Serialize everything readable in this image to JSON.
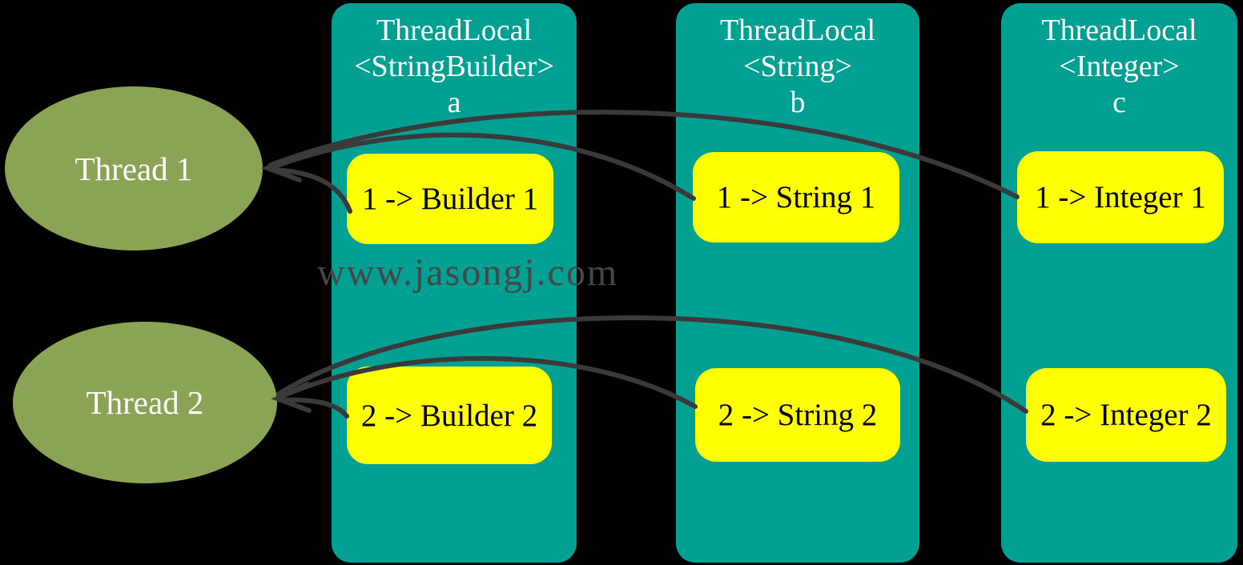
{
  "watermark": "www.jasongj.com",
  "threads": [
    {
      "label": "Thread 1"
    },
    {
      "label": "Thread 2"
    }
  ],
  "columns": [
    {
      "title": [
        "ThreadLocal",
        "<StringBuilder>",
        "a"
      ],
      "entries": [
        "1 -> Builder 1",
        "2 -> Builder 2"
      ]
    },
    {
      "title": [
        "ThreadLocal",
        "<String>",
        "b"
      ],
      "entries": [
        "1 -> String 1",
        "2 -> String 2"
      ]
    },
    {
      "title": [
        "ThreadLocal",
        "<Integer>",
        "c"
      ],
      "entries": [
        "1 -> Integer 1",
        "2 -> Integer 2"
      ]
    }
  ],
  "colors": {
    "background": "#000000",
    "column_fill": "#02a093",
    "thread_fill": "#8aa354",
    "entry_fill": "#ffff00",
    "arrow": "#3a3a3a",
    "title_text": "#ffffff",
    "entry_text": "#000000",
    "watermark_text": "#46464b"
  }
}
